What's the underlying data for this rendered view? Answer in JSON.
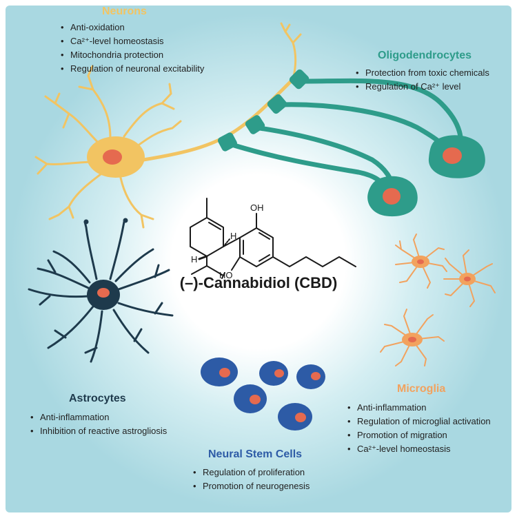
{
  "colors": {
    "neuron": "#F2C462",
    "oligo": "#2E9C8A",
    "astro": "#1E3A4C",
    "microglia": "#F2A25E",
    "stem": "#2D5BA6",
    "nucleus": "#E56A4F",
    "background": "#B5DEE6"
  },
  "neurons": {
    "title": "Neurons",
    "items": [
      "Anti-oxidation",
      "Ca²⁺-level homeostasis",
      "Mitochondria protection",
      "Regulation of neuronal excitability"
    ]
  },
  "oligodendrocytes": {
    "title": "Oligodendrocytes",
    "items": [
      "Protection from toxic chemicals",
      "Regulation of Ca²⁺ level"
    ]
  },
  "astrocytes": {
    "title": "Astrocytes",
    "items": [
      "Anti-inflammation",
      "Inhibition of reactive astrogliosis"
    ]
  },
  "microglia": {
    "title": "Microglia",
    "items": [
      "Anti-inflammation",
      "Regulation of microglial activation",
      "Promotion of migration",
      "Ca²⁺-level homeostasis"
    ]
  },
  "neural_stem_cells": {
    "title": "Neural Stem Cells",
    "items": [
      "Regulation of proliferation",
      "Promotion of neurogenesis"
    ]
  },
  "molecule": {
    "name": "(–)-Cannabidiol (CBD)",
    "atoms": {
      "oh_top": "OH",
      "oh_bottom": "HO",
      "h_upper": "H",
      "h_lower": "H"
    }
  }
}
